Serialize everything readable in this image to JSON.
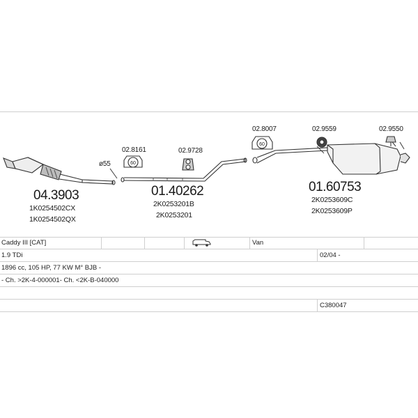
{
  "parts": {
    "catalyst": {
      "code": "04.3903",
      "oe1": "1K0254502CX",
      "oe2": "1K0254502QX"
    },
    "middle": {
      "code": "01.40262",
      "oe1": "2K0253201B",
      "oe2": "2K0253201"
    },
    "rear": {
      "code": "01.60753",
      "oe1": "2K0253609C",
      "oe2": "2K0253609P"
    },
    "clamp_label": "ø55",
    "fittings": {
      "f1": "02.8161",
      "f1_badge": "60",
      "f2": "02.9728",
      "f3": "02.8007",
      "f3_badge": "60",
      "f4": "02.9559",
      "f5": "02.9550"
    }
  },
  "specs": {
    "model": "Caddy III [CAT]",
    "body_type": "Van",
    "engine": "1.9 TDi",
    "date_range": "02/04 -",
    "engine_details": "1896 cc, 105 HP, 77 KW M° BJB -",
    "chassis": "- Ch. >2K-4-000001- Ch. <2K-B-040000",
    "reference": "C380047"
  }
}
